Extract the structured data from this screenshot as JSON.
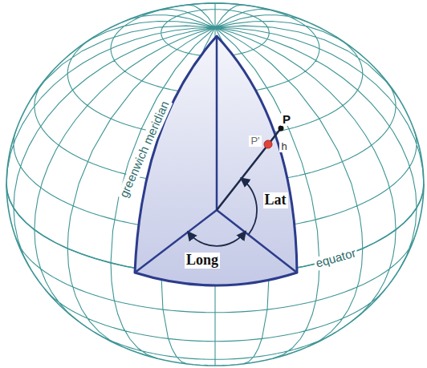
{
  "diagram": {
    "labels": [
      "P",
      "P'",
      "h",
      "Lat",
      "Long",
      "greenwich meridian",
      "equator"
    ]
  }
}
